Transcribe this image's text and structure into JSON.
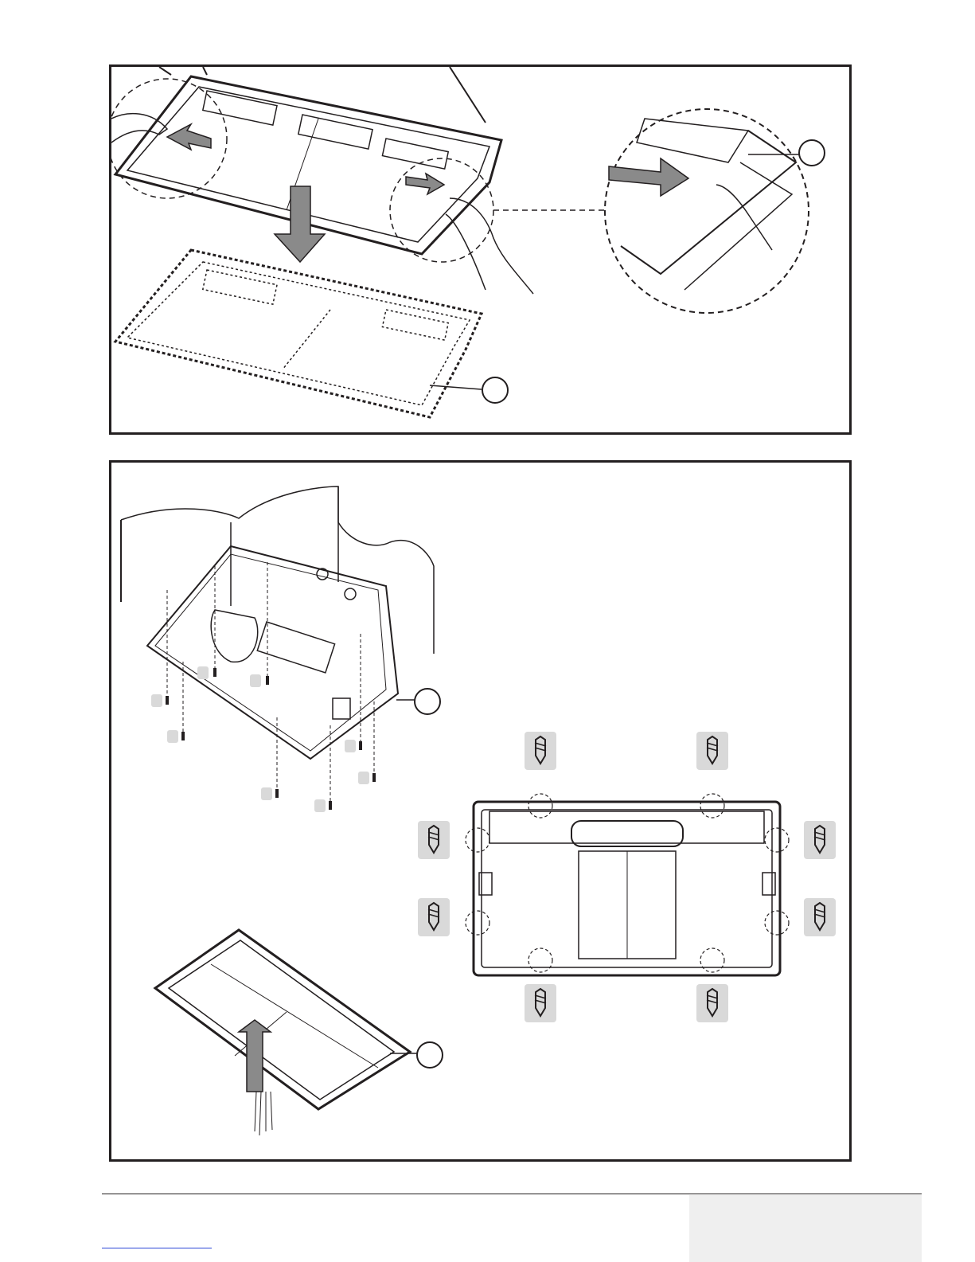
{
  "document": {
    "type": "installation-manual-illustration-page",
    "panels": [
      {
        "id": "top",
        "description_steps": [
          "slide-side-latches-outward",
          "lower-front-panel"
        ],
        "callouts": [
          "",
          ""
        ]
      },
      {
        "id": "bottom",
        "screw_count_3d": 8,
        "screw_count_plan": 8,
        "callouts": [
          "",
          ""
        ]
      }
    ],
    "footer": {
      "link_text": "",
      "box_text": ""
    }
  },
  "colors": {
    "line": "#231f20",
    "arrow_fill": "#8a8a8a",
    "screw_bg": "#d9d9d9",
    "footer_box": "#efefef",
    "link_color": "#2b47d8"
  },
  "icons": [
    "screw-icon",
    "push-arrow-icon",
    "down-arrow-icon",
    "up-arrow-icon",
    "hand-icon"
  ]
}
